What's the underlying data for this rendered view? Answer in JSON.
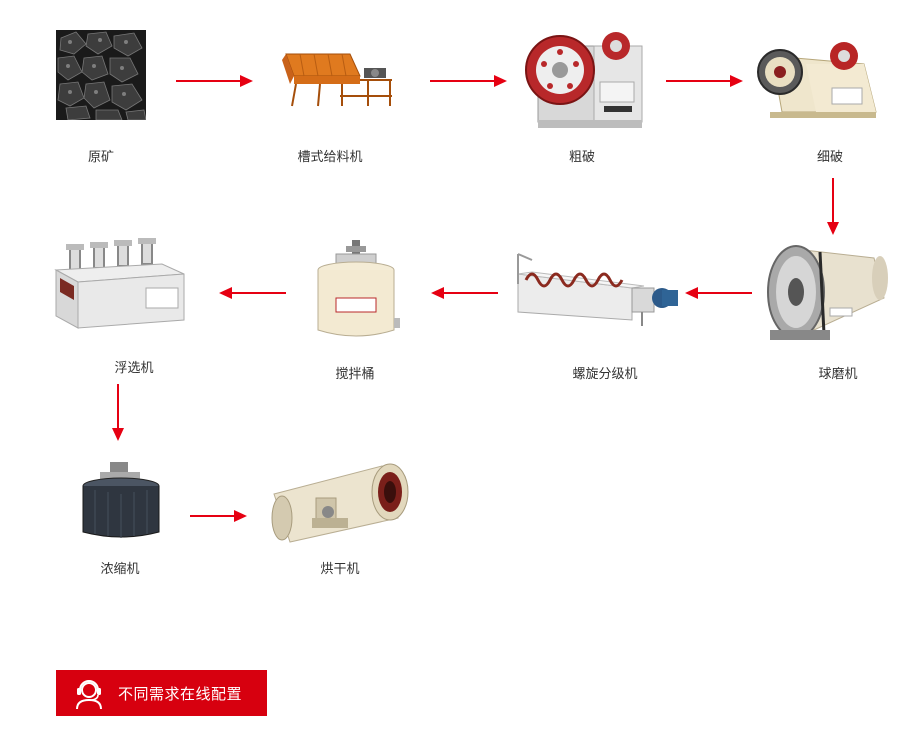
{
  "nodes": [
    {
      "label": "原矿"
    },
    {
      "label": "槽式给料机"
    },
    {
      "label": "粗破"
    },
    {
      "label": "细破"
    },
    {
      "label": "球磨机"
    },
    {
      "label": "螺旋分级机"
    },
    {
      "label": "搅拌桶"
    },
    {
      "label": "浮选机"
    },
    {
      "label": "浓缩机"
    },
    {
      "label": "烘干机"
    }
  ],
  "cta": {
    "label": "不同需求在线配置",
    "icon": "customer-service-headset-icon"
  },
  "colors": {
    "arrow": "#e60012",
    "cta_bg": "#d7000f",
    "label": "#333333"
  }
}
